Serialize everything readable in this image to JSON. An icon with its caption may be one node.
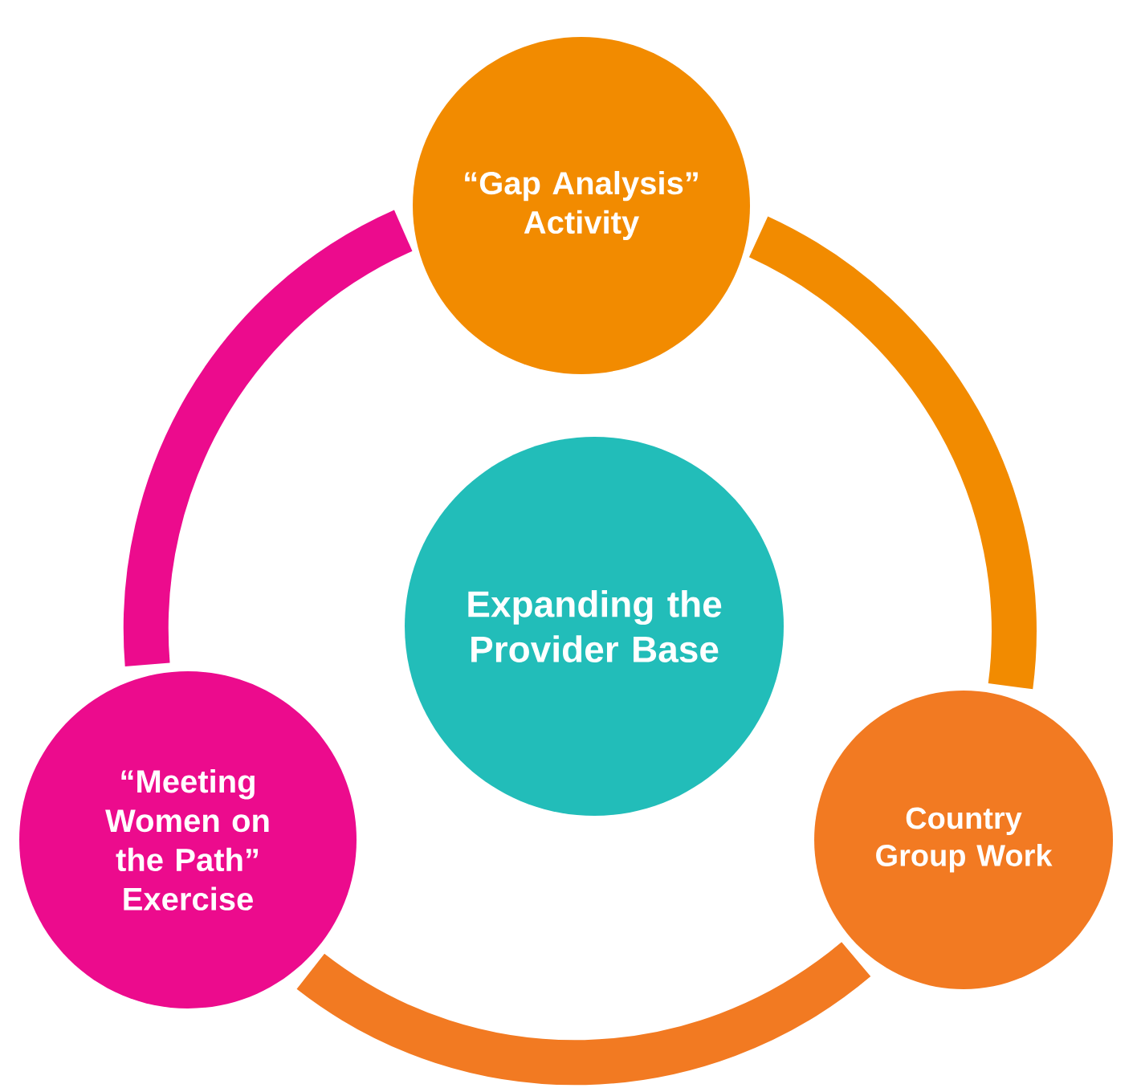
{
  "diagram": {
    "nodes": [
      {
        "text": [
          "“Gap Analysis” Activity"
        ]
      },
      {
        "text": [
          "Expanding the Provider Base"
        ]
      },
      {
        "text": [
          "“Meeting Women on the Path” Exercise"
        ]
      },
      {
        "text": [
          "Country Group Work"
        ]
      }
    ],
    "edges": [
      {
        "from": 0,
        "to": 3,
        "arrow": "none",
        "color": "#f28b00"
      },
      {
        "from": 3,
        "to": 2,
        "arrow": "none",
        "color": "#f27a22"
      },
      {
        "from": 2,
        "to": 0,
        "arrow": "none",
        "color": "#ec0b8d"
      }
    ]
  }
}
